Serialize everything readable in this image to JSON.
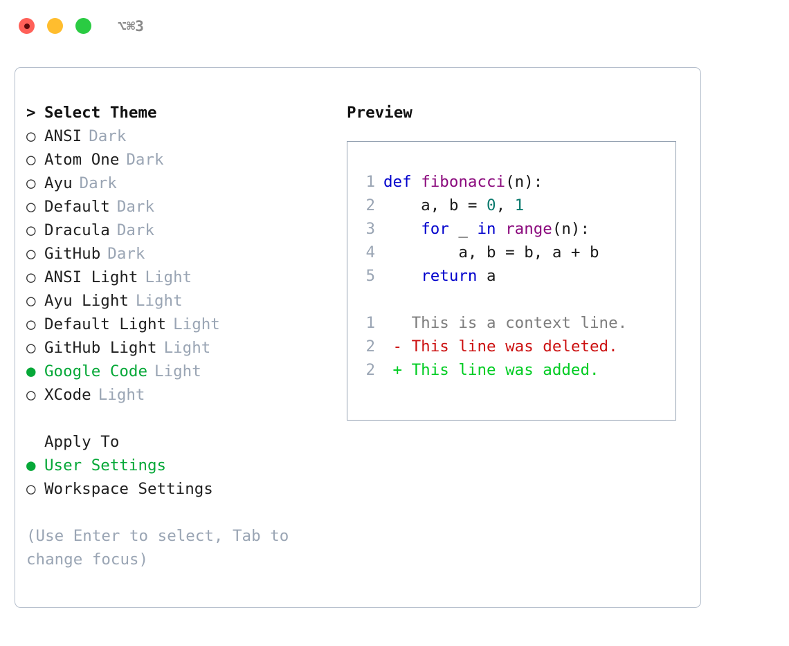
{
  "titlebar": {
    "shortcut": "⌥⌘3",
    "buttons": {
      "close": "close-button",
      "minimize": "minimize-button",
      "maximize": "maximize-button"
    }
  },
  "theme_picker": {
    "prompt_marker": ">",
    "heading": "Select Theme",
    "marker_unselected": "○",
    "marker_selected": "●",
    "items": [
      {
        "label": "ANSI",
        "badge": "Dark",
        "selected": false
      },
      {
        "label": "Atom One",
        "badge": "Dark",
        "selected": false
      },
      {
        "label": "Ayu",
        "badge": "Dark",
        "selected": false
      },
      {
        "label": "Default",
        "badge": "Dark",
        "selected": false
      },
      {
        "label": "Dracula",
        "badge": "Dark",
        "selected": false
      },
      {
        "label": "GitHub",
        "badge": "Dark",
        "selected": false
      },
      {
        "label": "ANSI Light",
        "badge": "Light",
        "selected": false
      },
      {
        "label": "Ayu Light",
        "badge": "Light",
        "selected": false
      },
      {
        "label": "Default Light",
        "badge": "Light",
        "selected": false
      },
      {
        "label": "GitHub Light",
        "badge": "Light",
        "selected": false
      },
      {
        "label": "Google Code",
        "badge": "Light",
        "selected": true
      },
      {
        "label": "XCode",
        "badge": "Light",
        "selected": false
      }
    ]
  },
  "apply_to": {
    "heading": "Apply To",
    "items": [
      {
        "label": "User Settings",
        "selected": true
      },
      {
        "label": "Workspace Settings",
        "selected": false
      }
    ]
  },
  "hint": "(Use Enter to select, Tab to change focus)",
  "preview": {
    "title": "Preview",
    "code": [
      {
        "num": "1",
        "tokens": [
          {
            "t": "def ",
            "c": "kw"
          },
          {
            "t": "fibonacci",
            "c": "fn"
          },
          {
            "t": "(n):",
            "c": "pl"
          }
        ]
      },
      {
        "num": "2",
        "tokens": [
          {
            "t": "    a, b = ",
            "c": "pl"
          },
          {
            "t": "0",
            "c": "num"
          },
          {
            "t": ", ",
            "c": "pl"
          },
          {
            "t": "1",
            "c": "num"
          }
        ]
      },
      {
        "num": "3",
        "tokens": [
          {
            "t": "    ",
            "c": "pl"
          },
          {
            "t": "for",
            "c": "kw"
          },
          {
            "t": " _ ",
            "c": "pl"
          },
          {
            "t": "in",
            "c": "kw"
          },
          {
            "t": " ",
            "c": "pl"
          },
          {
            "t": "range",
            "c": "fn"
          },
          {
            "t": "(n):",
            "c": "pl"
          }
        ]
      },
      {
        "num": "4",
        "tokens": [
          {
            "t": "        a, b = b, a + b",
            "c": "pl"
          }
        ]
      },
      {
        "num": "5",
        "tokens": [
          {
            "t": "    ",
            "c": "pl"
          },
          {
            "t": "return",
            "c": "kw"
          },
          {
            "t": " a",
            "c": "pl"
          }
        ]
      }
    ],
    "diff": [
      {
        "num": "1",
        "marker": " ",
        "text": "This is a context line.",
        "kind": "ctx"
      },
      {
        "num": "2",
        "marker": "-",
        "text": "This line was deleted.",
        "kind": "del"
      },
      {
        "num": "2",
        "marker": "+",
        "text": "This line was added.",
        "kind": "add"
      }
    ]
  },
  "colors": {
    "selected_green": "#06a838",
    "badge_gray": "#9aa5b4",
    "panel_border": "#b3bdcb",
    "preview_border": "#93a0b1",
    "keyword_blue": "#0000cc",
    "function_purple": "#8b0a7d",
    "number_teal": "#0b7a6e",
    "diff_deleted_red": "#cc1111",
    "diff_added_green": "#00cc22",
    "diff_context_gray": "#7d7d7d"
  }
}
